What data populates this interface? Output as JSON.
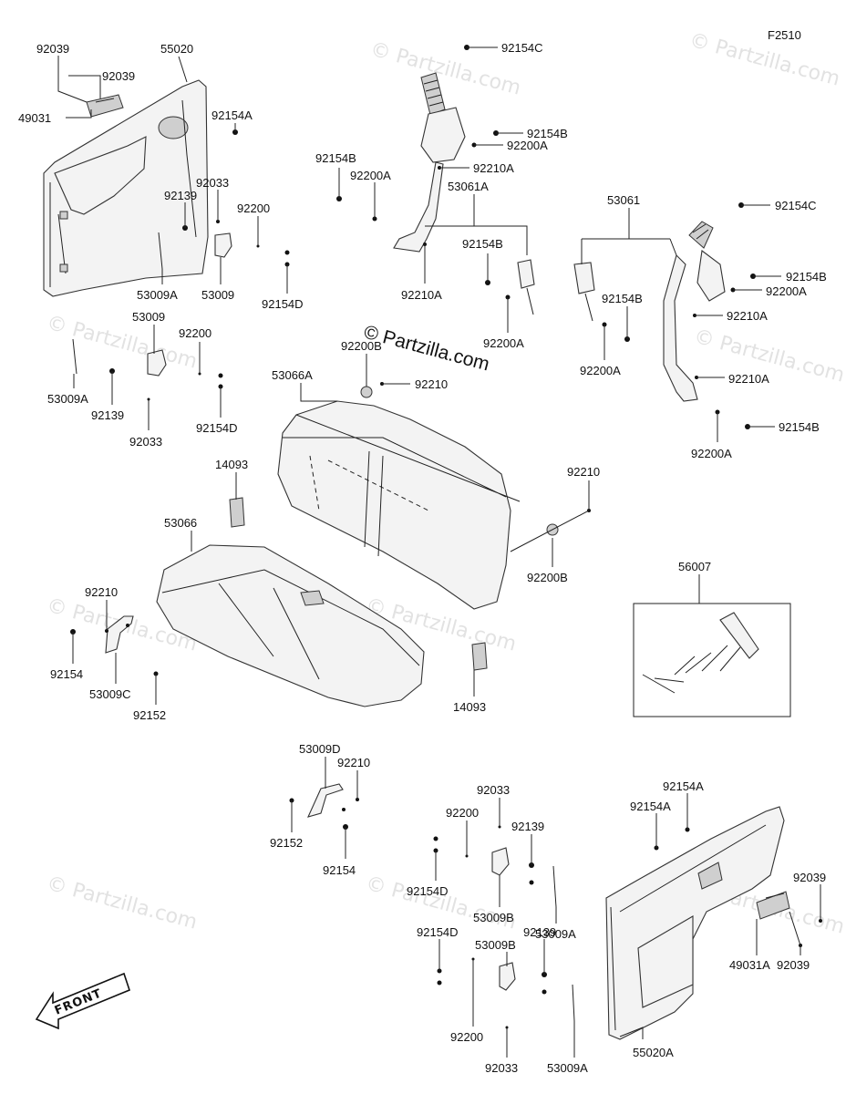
{
  "figure_code": "F2510",
  "watermark_text": "© Partzilla.com",
  "center_watermark": "© Partzilla.com",
  "front_label": "FRONT",
  "labels": {
    "l_92039_a": "92039",
    "l_55020": "55020",
    "l_92039_b": "92039",
    "l_49031": "49031",
    "l_92154A_a": "92154A",
    "l_92033_a": "92033",
    "l_92139_a": "92139",
    "l_92200_a": "92200",
    "l_53009A_a": "53009A",
    "l_53009_a": "53009",
    "l_92154D_a": "92154D",
    "l_53009_b": "53009",
    "l_92200_b": "92200",
    "l_53009A_b": "53009A",
    "l_92139_b": "92139",
    "l_92033_b": "92033",
    "l_92154D_b": "92154D",
    "l_92154C_a": "92154C",
    "l_92154B_a": "92154B",
    "l_92200A_a": "92200A",
    "l_92210A_a": "92210A",
    "l_92154B_b": "92154B",
    "l_92200A_b": "92200A",
    "l_53061A": "53061A",
    "l_92154B_c": "92154B",
    "l_92210A_b": "92210A",
    "l_92200A_c": "92200A",
    "l_53061": "53061",
    "l_92154C_b": "92154C",
    "l_92154B_d": "92154B",
    "l_92200A_d": "92200A",
    "l_92154B_e": "92154B",
    "l_92210A_c": "92210A",
    "l_92200A_e": "92200A",
    "l_92210A_d": "92210A",
    "l_92154B_f": "92154B",
    "l_92200A_f": "92200A",
    "l_92200B_a": "92200B",
    "l_92210_a": "92210",
    "l_53066A": "53066A",
    "l_92210_b": "92210",
    "l_92200B_b": "92200B",
    "l_14093_a": "14093",
    "l_53066": "53066",
    "l_56007": "56007",
    "l_92210_c": "92210",
    "l_92154_a": "92154",
    "l_53009C": "53009C",
    "l_92152_a": "92152",
    "l_14093_b": "14093",
    "l_53009D": "53009D",
    "l_92210_d": "92210",
    "l_92152_b": "92152",
    "l_92154_b": "92154",
    "l_92033_c": "92033",
    "l_92200_c": "92200",
    "l_92139_c": "92139",
    "l_92154D_c": "92154D",
    "l_53009B_a": "53009B",
    "l_53009A_c": "53009A",
    "l_92154D_d": "92154D",
    "l_53009B_b": "53009B",
    "l_92139_d": "92139",
    "l_92200_d": "92200",
    "l_92033_d": "92033",
    "l_53009A_d": "53009A",
    "l_92154A_b": "92154A",
    "l_92154A_c": "92154A",
    "l_92039_c": "92039",
    "l_49031A": "49031A",
    "l_92039_d": "92039",
    "l_55020A": "55020A"
  }
}
